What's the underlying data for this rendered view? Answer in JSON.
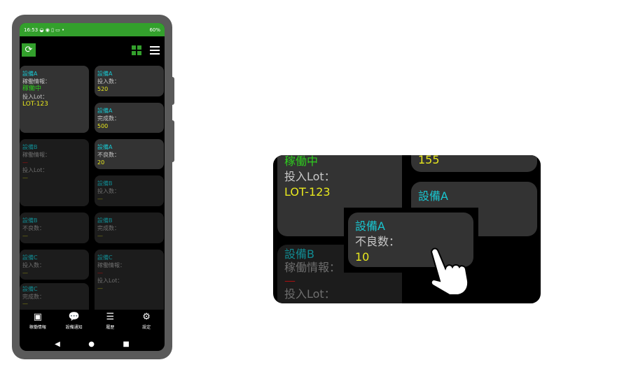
{
  "status_bar": {
    "time": "16:53",
    "icons": "◒ ◉ ▯ ▭ •",
    "right": "60%"
  },
  "toolbar": {
    "refresh_icon": "refresh-icon",
    "grid_icon": "grid-icon",
    "menu_icon": "menu-icon"
  },
  "cards": [
    {
      "title": "設備A",
      "label": "稼働情報：",
      "value": "稼働中",
      "label2": "投入Lot：",
      "value2": "LOT-123"
    },
    {
      "title": "設備A",
      "label": "投入数：",
      "value": "520"
    },
    {
      "title": "設備A",
      "label": "完成数：",
      "value": "500"
    },
    {
      "title": "設備B",
      "label": "稼働情報：",
      "value": "—",
      "label2": "投入Lot：",
      "value2": "—"
    },
    {
      "title": "設備A",
      "label": "不良数：",
      "value": "20"
    },
    {
      "title": "設備B",
      "label": "投入数：",
      "value": "—"
    },
    {
      "title": "設備B",
      "label": "不良数：",
      "value": "—"
    },
    {
      "title": "設備B",
      "label": "完成数：",
      "value": "—"
    },
    {
      "title": "設備C",
      "label": "投入数：",
      "value": "—"
    },
    {
      "title": "設備C",
      "label": "稼働情報：",
      "value": "—",
      "label2": "投入Lot：",
      "value2": "—"
    },
    {
      "title": "設備C",
      "label": "完成数：",
      "value": "—"
    }
  ],
  "nav": [
    {
      "label": "稼働情報",
      "icon": "▣"
    },
    {
      "label": "設備通知",
      "icon": "💬"
    },
    {
      "label": "履歴",
      "icon": "☰"
    },
    {
      "label": "設定",
      "icon": "⚙"
    }
  ],
  "system_nav": {
    "back": "◀",
    "home": "●",
    "recents": "■"
  },
  "zoom": {
    "status": "稼働中",
    "lot_label": "投入Lot：",
    "lot": "LOT-123",
    "top_value": "155",
    "right_title": "設備A",
    "popup": {
      "title": "設備A",
      "label": "不良数：",
      "value": "10"
    },
    "b_title": "設備B",
    "b_label": "稼働情報：",
    "b_value": "—",
    "b_lot_label": "投入Lot："
  }
}
